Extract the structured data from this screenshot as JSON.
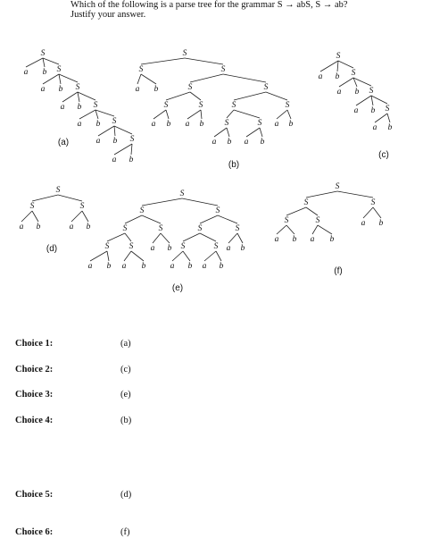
{
  "question": {
    "line1": "Which of the following is a parse tree for the grammar S → abS, S → ab?",
    "line2": "Justify your answer."
  },
  "tree_node_labels": {
    "start": "S",
    "a": "a",
    "b": "b"
  },
  "trees": [
    {
      "caption": "(a)"
    },
    {
      "caption": "(b)"
    },
    {
      "caption": "(c)"
    },
    {
      "caption": "(d)"
    },
    {
      "caption": "(e)"
    },
    {
      "caption": "(f)"
    }
  ],
  "choices": [
    {
      "label": "Choice 1:",
      "value": "(a)"
    },
    {
      "label": "Choice 2:",
      "value": "(c)"
    },
    {
      "label": "Choice 3:",
      "value": "(e)"
    },
    {
      "label": "Choice 4:",
      "value": "(b)"
    },
    {
      "label": "Choice 5:",
      "value": "(d)"
    },
    {
      "label": "Choice 6:",
      "value": "(f)"
    }
  ]
}
